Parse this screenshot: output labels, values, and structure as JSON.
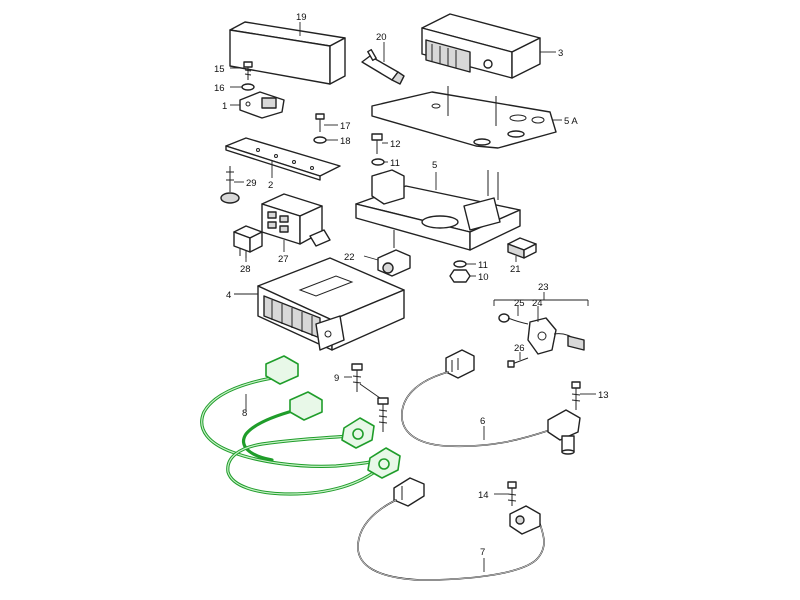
{
  "diagram": {
    "highlight_color": "#1f9d2a",
    "line_color": "#222222",
    "background": "#ffffff",
    "callouts": {
      "c19": "19",
      "c20": "20",
      "c3": "3",
      "c15": "15",
      "c16": "16",
      "c1": "1",
      "c5A": "5 A",
      "c17": "17",
      "c18": "18",
      "c12": "12",
      "c11a": "11",
      "c5": "5",
      "c2": "2",
      "c29": "29",
      "c27": "27",
      "c28": "28",
      "c22": "22",
      "c11b": "11",
      "c10": "10",
      "c21": "21",
      "c23": "23",
      "c25": "25",
      "c24": "24",
      "c26": "26",
      "c4": "4",
      "c9": "9",
      "c8": "8",
      "c6": "6",
      "c13": "13",
      "c14": "14",
      "c7": "7"
    }
  }
}
